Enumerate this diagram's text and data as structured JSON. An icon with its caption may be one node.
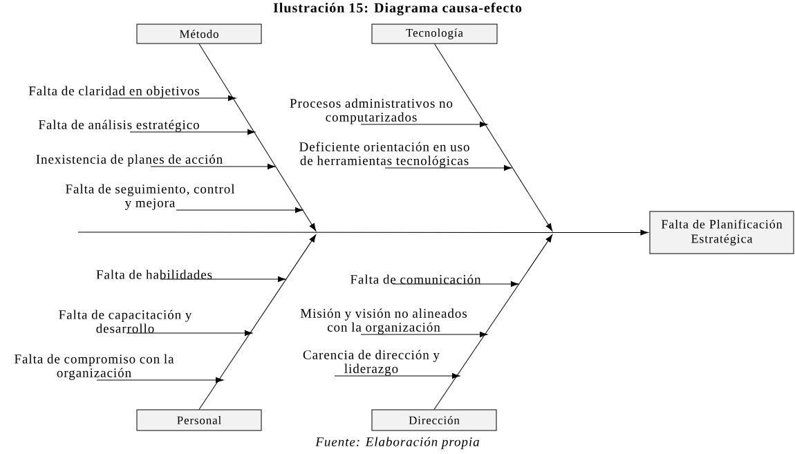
{
  "diagram": {
    "title": "Ilustración 15: Diagrama causa-efecto",
    "caption": "Fuente: Elaboración propia",
    "nodes": [
      {
        "text": [
          "Método"
        ]
      },
      {
        "text": [
          "Tecnología"
        ]
      },
      {
        "text": [
          "Falta de claridad en objetivos"
        ]
      },
      {
        "text": [
          "Falta de análisis estratégico"
        ]
      },
      {
        "text": [
          "Inexistencia de planes de acción"
        ]
      },
      {
        "text": [
          "Falta de seguimiento, control y mejora"
        ]
      },
      {
        "text": [
          "Procesos administrativos no computarizados"
        ]
      },
      {
        "text": [
          "Deficiente orientación en uso de herramientas tecnológicas"
        ]
      },
      {
        "text": [
          "Falta de Planificación Estratégica"
        ]
      },
      {
        "text": [
          "Falta de habilidades"
        ]
      },
      {
        "text": [
          "Falta de capacitación y desarrollo"
        ]
      },
      {
        "text": [
          "Falta de compromiso con la organización"
        ]
      },
      {
        "text": [
          "Falta de comunicación"
        ]
      },
      {
        "text": [
          "Misión y visión no alineados con la organización"
        ]
      },
      {
        "text": [
          "Carencia de dirección y liderazgo"
        ]
      },
      {
        "text": [
          "Personal"
        ]
      },
      {
        "text": [
          "Dirección"
        ]
      }
    ],
    "edges": [
      {
        "from": 0,
        "to": null,
        "arrow": "to"
      },
      {
        "from": 1,
        "to": null,
        "arrow": "to"
      },
      {
        "from": 15,
        "to": null,
        "arrow": "to"
      },
      {
        "from": 16,
        "to": null,
        "arrow": "to"
      },
      {
        "from": null,
        "to": 8,
        "arrow": "to"
      },
      {
        "from": 2,
        "to": null,
        "arrow": "to"
      },
      {
        "from": 3,
        "to": null,
        "arrow": "to"
      },
      {
        "from": 4,
        "to": null,
        "arrow": "to"
      },
      {
        "from": 5,
        "to": null,
        "arrow": "to"
      },
      {
        "from": 6,
        "to": null,
        "arrow": "to"
      },
      {
        "from": 7,
        "to": null,
        "arrow": "to"
      },
      {
        "from": 9,
        "to": null,
        "arrow": "to"
      },
      {
        "from": 10,
        "to": null,
        "arrow": "to"
      },
      {
        "from": 11,
        "to": null,
        "arrow": "to"
      },
      {
        "from": 12,
        "to": null,
        "arrow": "to"
      },
      {
        "from": 13,
        "to": null,
        "arrow": "to"
      },
      {
        "from": 14,
        "to": null,
        "arrow": "to"
      }
    ]
  }
}
